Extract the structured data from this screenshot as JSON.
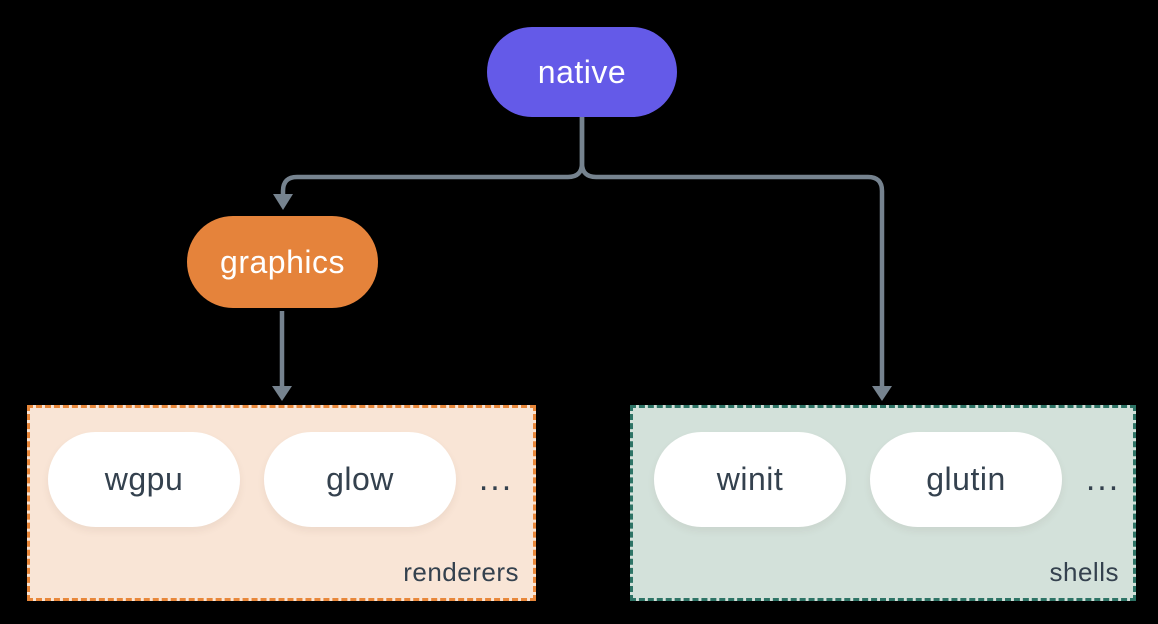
{
  "diagram": {
    "nodes": {
      "native": {
        "label": "native"
      },
      "graphics": {
        "label": "graphics"
      }
    },
    "groups": {
      "renderers": {
        "label": "renderers",
        "items": [
          "wgpu",
          "glow"
        ],
        "more": "..."
      },
      "shells": {
        "label": "shells",
        "items": [
          "winit",
          "glutin"
        ],
        "more": "..."
      }
    },
    "edges": [
      {
        "from": "native",
        "to": "graphics"
      },
      {
        "from": "native",
        "to": "shells"
      },
      {
        "from": "graphics",
        "to": "renderers"
      }
    ],
    "colors": {
      "background": "#000000",
      "native_fill": "#645ae8",
      "graphics_fill": "#e5833b",
      "renderers_fill": "#f9e5d6",
      "renderers_border": "#e8873a",
      "shells_fill": "#d3e1da",
      "shells_border": "#2e7466",
      "pill_fill": "#ffffff",
      "pill_text": "#34414e",
      "connector": "#76838f",
      "node_text": "#ffffff"
    }
  }
}
